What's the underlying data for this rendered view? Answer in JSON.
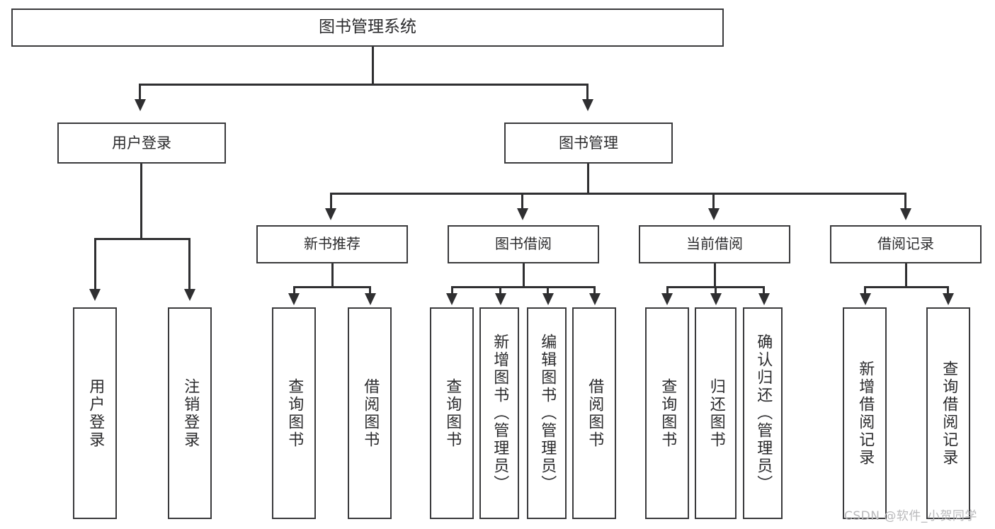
{
  "diagram": {
    "type": "tree",
    "title": "图书管理系统",
    "root": {
      "label": "图书管理系统"
    },
    "level1": [
      {
        "label": "用户登录"
      },
      {
        "label": "图书管理"
      }
    ],
    "level2": [
      {
        "label": "新书推荐"
      },
      {
        "label": "图书借阅"
      },
      {
        "label": "当前借阅"
      },
      {
        "label": "借阅记录"
      }
    ],
    "leaves": {
      "user_login": [
        {
          "label": "用户登录"
        },
        {
          "label": "注销登录"
        }
      ],
      "new_book_recommend": [
        {
          "label": "查询图书"
        },
        {
          "label": "借阅图书"
        }
      ],
      "book_borrow": [
        {
          "label": "查询图书"
        },
        {
          "label": "新增图书（管理员）"
        },
        {
          "label": "编辑图书（管理员）"
        },
        {
          "label": "借阅图书"
        }
      ],
      "current_borrow": [
        {
          "label": "查询图书"
        },
        {
          "label": "归还图书"
        },
        {
          "label": "确认归还（管理员）"
        }
      ],
      "borrow_record": [
        {
          "label": "新增借阅记录"
        },
        {
          "label": "查询借阅记录"
        }
      ]
    }
  },
  "watermark": {
    "text": "CSDN @软件_小贺同学"
  },
  "colors": {
    "border": "#3a3a3c",
    "line": "#2f2f31",
    "text": "#2b2b2d",
    "background": "#ffffff",
    "watermark": "#b9b9bb"
  }
}
